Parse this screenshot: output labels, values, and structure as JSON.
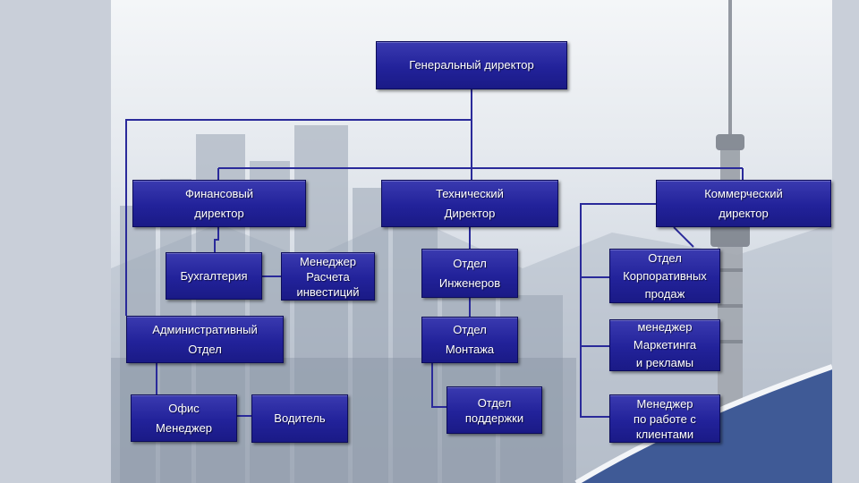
{
  "org_chart": {
    "ceo": "Генеральный директор",
    "financial_director": "Финансовый\nдиректор",
    "technical_director": "Технический\nДиректор",
    "commercial_director": "Коммерческий\nдиректор",
    "accounting": "Бухгалтерия",
    "investment_manager": "Менеджер\nРасчета\nинвестиций",
    "admin_department": "Административный\nОтдел",
    "office_manager": "Офис\nМенеджер",
    "driver": "Водитель",
    "engineering_department": "Отдел\nИнженеров",
    "assembly_department": "Отдел\nМонтажа",
    "support_department": "Отдел\nподдержки",
    "corporate_sales": "Отдел\nКорпоративных\nпродаж",
    "marketing_manager": "менеджер\nМаркетинга\nи рекламы",
    "client_manager": "Менеджер\nпо работе с\nклиентами"
  },
  "colors": {
    "box": "#22229a",
    "connector": "#2a2a9a",
    "wave": "#3f5a96"
  }
}
